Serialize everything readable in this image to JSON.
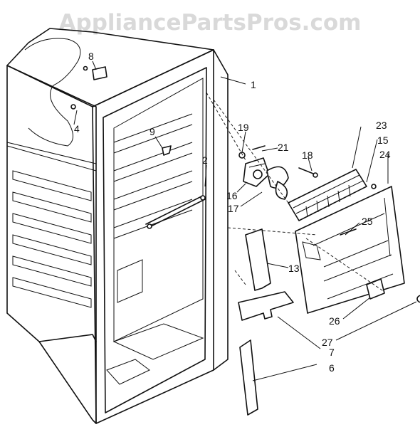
{
  "watermark": "AppliancePartsPros.com",
  "callouts": [
    {
      "id": "1",
      "label": "1"
    },
    {
      "id": "2",
      "label": "2"
    },
    {
      "id": "4",
      "label": "4"
    },
    {
      "id": "6",
      "label": "6"
    },
    {
      "id": "7",
      "label": "7"
    },
    {
      "id": "8",
      "label": "8"
    },
    {
      "id": "9",
      "label": "9"
    },
    {
      "id": "13",
      "label": "13"
    },
    {
      "id": "15",
      "label": "15"
    },
    {
      "id": "16",
      "label": "16"
    },
    {
      "id": "17",
      "label": "17"
    },
    {
      "id": "18",
      "label": "18"
    },
    {
      "id": "19",
      "label": "19"
    },
    {
      "id": "21",
      "label": "21"
    },
    {
      "id": "23",
      "label": "23"
    },
    {
      "id": "24",
      "label": "24"
    },
    {
      "id": "25",
      "label": "25"
    },
    {
      "id": "26",
      "label": "26"
    },
    {
      "id": "27",
      "label": "27"
    }
  ]
}
